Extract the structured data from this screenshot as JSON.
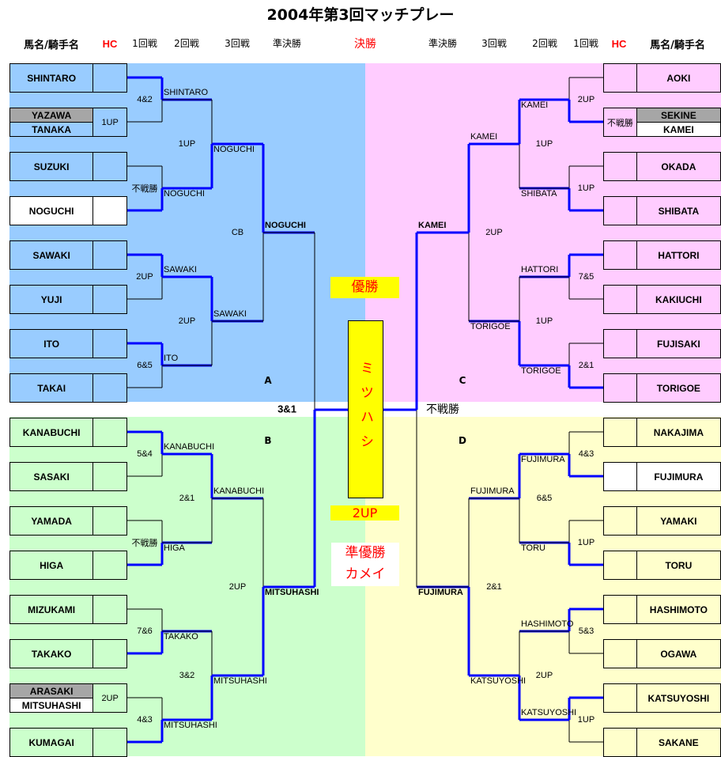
{
  "title": "2004年第3回マッチプレー",
  "headers": {
    "name_jockey": "馬名/騎手名",
    "hc": "HC",
    "r1": "1回戦",
    "r2": "2回戦",
    "r3": "3回戦",
    "semi": "準決勝",
    "final": "決勝"
  },
  "colors": {
    "A": "#99ccff",
    "B": "#ccffcc",
    "C": "#ffccff",
    "D": "#ffffcc",
    "win": "#0000ff",
    "split_top": "#a6a6a6",
    "accent": "#ff0000",
    "highlight": "#ffff00"
  },
  "quadrants": {
    "A": "A",
    "B": "B",
    "C": "C",
    "D": "D"
  },
  "left": {
    "players": [
      {
        "name": "SHINTARO"
      },
      {
        "top": "YAZAWA",
        "bottom": "TANAKA",
        "hc": "1UP"
      },
      {
        "name": "SUZUKI"
      },
      {
        "name": "NOGUCHI",
        "white": true
      },
      {
        "name": "SAWAKI"
      },
      {
        "name": "YUJI"
      },
      {
        "name": "ITO"
      },
      {
        "name": "TAKAI"
      },
      {
        "name": "KANABUCHI"
      },
      {
        "name": "SASAKI"
      },
      {
        "name": "YAMADA"
      },
      {
        "name": "HIGA"
      },
      {
        "name": "MIZUKAMI"
      },
      {
        "name": "TAKAKO"
      },
      {
        "top": "ARASAKI",
        "bottom": "MITSUHASHI",
        "hc": "2UP",
        "bottom_white": true
      },
      {
        "name": "KUMAGAI"
      }
    ],
    "rounds": [
      [
        {
          "w": "top",
          "label": "SHINTARO",
          "score": "4&2"
        },
        {
          "w": "bottom",
          "label": "NOGUCHI",
          "score": "不戦勝"
        },
        {
          "w": "top",
          "label": "SAWAKI",
          "score": "2UP"
        },
        {
          "w": "top",
          "label": "ITO",
          "score": "6&5"
        },
        {
          "w": "top",
          "label": "KANABUCHI",
          "score": "5&4"
        },
        {
          "w": "bottom",
          "label": "HIGA",
          "score": "不戦勝"
        },
        {
          "w": "bottom",
          "label": "TAKAKO",
          "score": "7&6"
        },
        {
          "w": "bottom",
          "label": "MITSUHASHI",
          "score": "4&3"
        }
      ],
      [
        {
          "w": "bottom",
          "label": "NOGUCHI",
          "score": "1UP"
        },
        {
          "w": "top",
          "label": "SAWAKI",
          "score": "2UP"
        },
        {
          "w": "top",
          "label": "KANABUCHI",
          "score": "2&1"
        },
        {
          "w": "bottom",
          "label": "MITSUHASHI",
          "score": "3&2"
        }
      ],
      [
        {
          "w": "top",
          "label": "NOGUCHI",
          "score": "CB"
        },
        {
          "w": "bottom",
          "label": "MITSUHASHI",
          "score": "2UP"
        }
      ],
      [
        {
          "w": "bottom",
          "label": "",
          "score": "3&1"
        }
      ]
    ]
  },
  "right": {
    "players": [
      {
        "name": "AOKI"
      },
      {
        "top": "SEKINE",
        "bottom": "KAMEI",
        "hc": "不戦勝",
        "bottom_white": true
      },
      {
        "name": "OKADA"
      },
      {
        "name": "SHIBATA"
      },
      {
        "name": "HATTORI"
      },
      {
        "name": "KAKIUCHI"
      },
      {
        "name": "FUJISAKI"
      },
      {
        "name": "TORIGOE"
      },
      {
        "name": "NAKAJIMA"
      },
      {
        "name": "FUJIMURA",
        "white": true
      },
      {
        "name": "YAMAKI"
      },
      {
        "name": "TORU"
      },
      {
        "name": "HASHIMOTO"
      },
      {
        "name": "OGAWA"
      },
      {
        "name": "KATSUYOSHI"
      },
      {
        "name": "SAKANE"
      }
    ],
    "rounds": [
      [
        {
          "w": "bottom",
          "label": "KAMEI",
          "score": "2UP"
        },
        {
          "w": "bottom",
          "label": "SHIBATA",
          "score": "1UP"
        },
        {
          "w": "top",
          "label": "HATTORI",
          "score": "7&5"
        },
        {
          "w": "bottom",
          "label": "TORIGOE",
          "score": "2&1"
        },
        {
          "w": "bottom",
          "label": "FUJIMURA",
          "score": "4&3"
        },
        {
          "w": "bottom",
          "label": "TORU",
          "score": "1UP"
        },
        {
          "w": "top",
          "label": "HASHIMOTO",
          "score": "5&3"
        },
        {
          "w": "top",
          "label": "KATSUYOSHI",
          "score": "1UP"
        }
      ],
      [
        {
          "w": "top",
          "label": "KAMEI",
          "score": "1UP"
        },
        {
          "w": "bottom",
          "label": "TORIGOE",
          "score": "1UP"
        },
        {
          "w": "top",
          "label": "FUJIMURA",
          "score": "6&5"
        },
        {
          "w": "bottom",
          "label": "KATSUYOSHI",
          "score": "2UP"
        }
      ],
      [
        {
          "w": "top",
          "label": "KAMEI",
          "score": "2UP"
        },
        {
          "w": "bottom",
          "label": "FUJIMURA",
          "score": "2&1"
        }
      ],
      [
        {
          "w": "top",
          "label": "",
          "score": "不戦勝"
        }
      ]
    ]
  },
  "final": {
    "champion_label": "優勝",
    "champion": "ミツハシ",
    "score": "2UP",
    "runner_up_label": "準優勝",
    "runner_up": "カメイ"
  }
}
